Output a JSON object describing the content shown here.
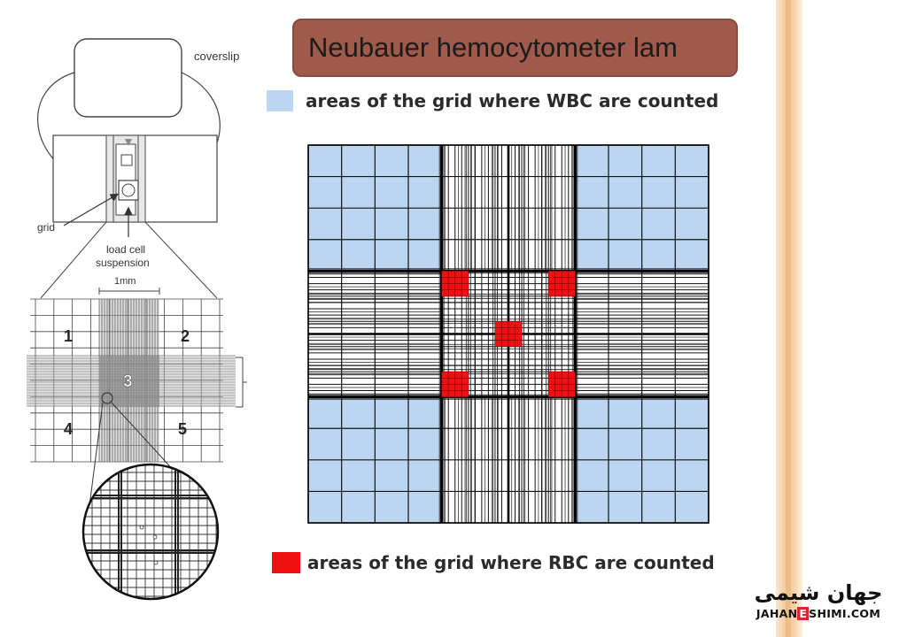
{
  "title": "Neubauer hemocytometer lam",
  "legend": {
    "wbc": {
      "text": "areas of the grid where WBC are counted",
      "color": "#bcd5f0"
    },
    "rbc": {
      "text": "areas of the grid where RBC  are counted",
      "color": "#ee1111"
    }
  },
  "left_diagram": {
    "coverslip_label": "coverslip",
    "grid_label": "grid",
    "load_label_line1": "load cell",
    "load_label_line2": "suspension",
    "scale_label": "1mm",
    "square_numbers": [
      "1",
      "2",
      "3",
      "4",
      "5"
    ]
  },
  "logo": {
    "fa_text": "جهان شیمی",
    "en_prefix": "JAHAN",
    "en_box": "E",
    "en_suffix": "SHIMI.COM"
  },
  "colors": {
    "title_bg": "#a05a4b",
    "stripe": "#f3c797"
  }
}
